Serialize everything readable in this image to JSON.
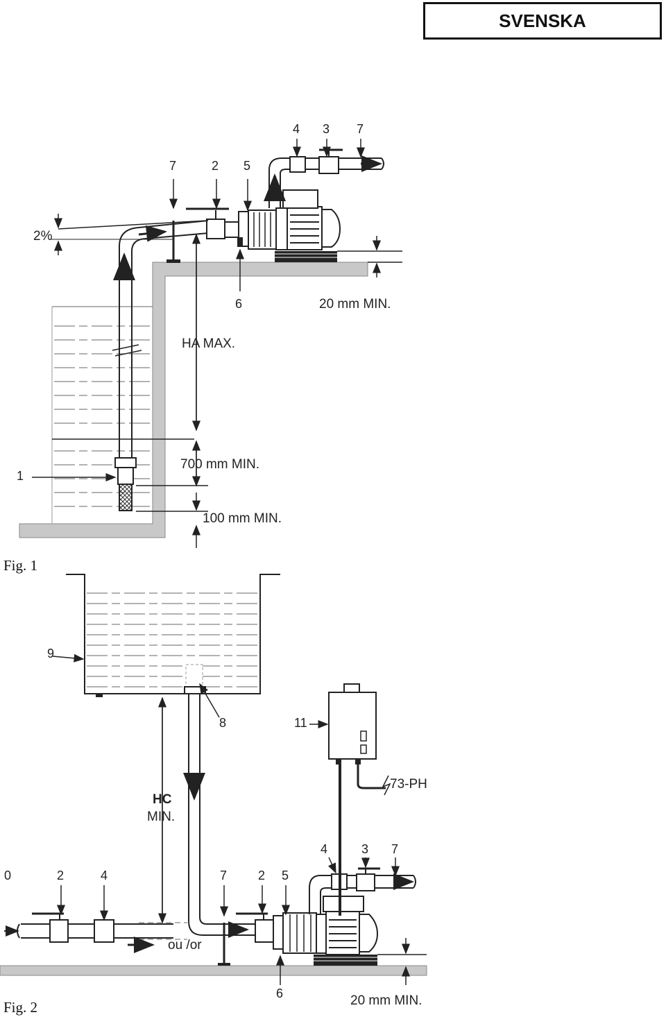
{
  "header": {
    "language": "SVENSKA"
  },
  "figure1": {
    "caption": "Fig. 1",
    "callouts": [
      "7",
      "2",
      "5",
      "4",
      "3",
      "7",
      "6",
      "1"
    ],
    "slope": "2%",
    "dims": {
      "ha_max": "HA MAX.",
      "min_20": "20 mm MIN.",
      "min_700": "700 mm MIN.",
      "min_100": "100 mm MIN."
    }
  },
  "figure2": {
    "caption": "Fig. 2",
    "callouts": [
      "9",
      "8",
      "11",
      "0",
      "2",
      "4",
      "7",
      "2",
      "5",
      "4",
      "3",
      "7",
      "6"
    ],
    "hc_label": "HC",
    "hc_min": "MIN.",
    "or_label": "ou /or",
    "ph_label": "73-PH",
    "dim_bottom": "20 mm MIN."
  },
  "colors": {
    "line": "#222222",
    "wall": "#c8c8c8",
    "water_line": "#555555"
  }
}
